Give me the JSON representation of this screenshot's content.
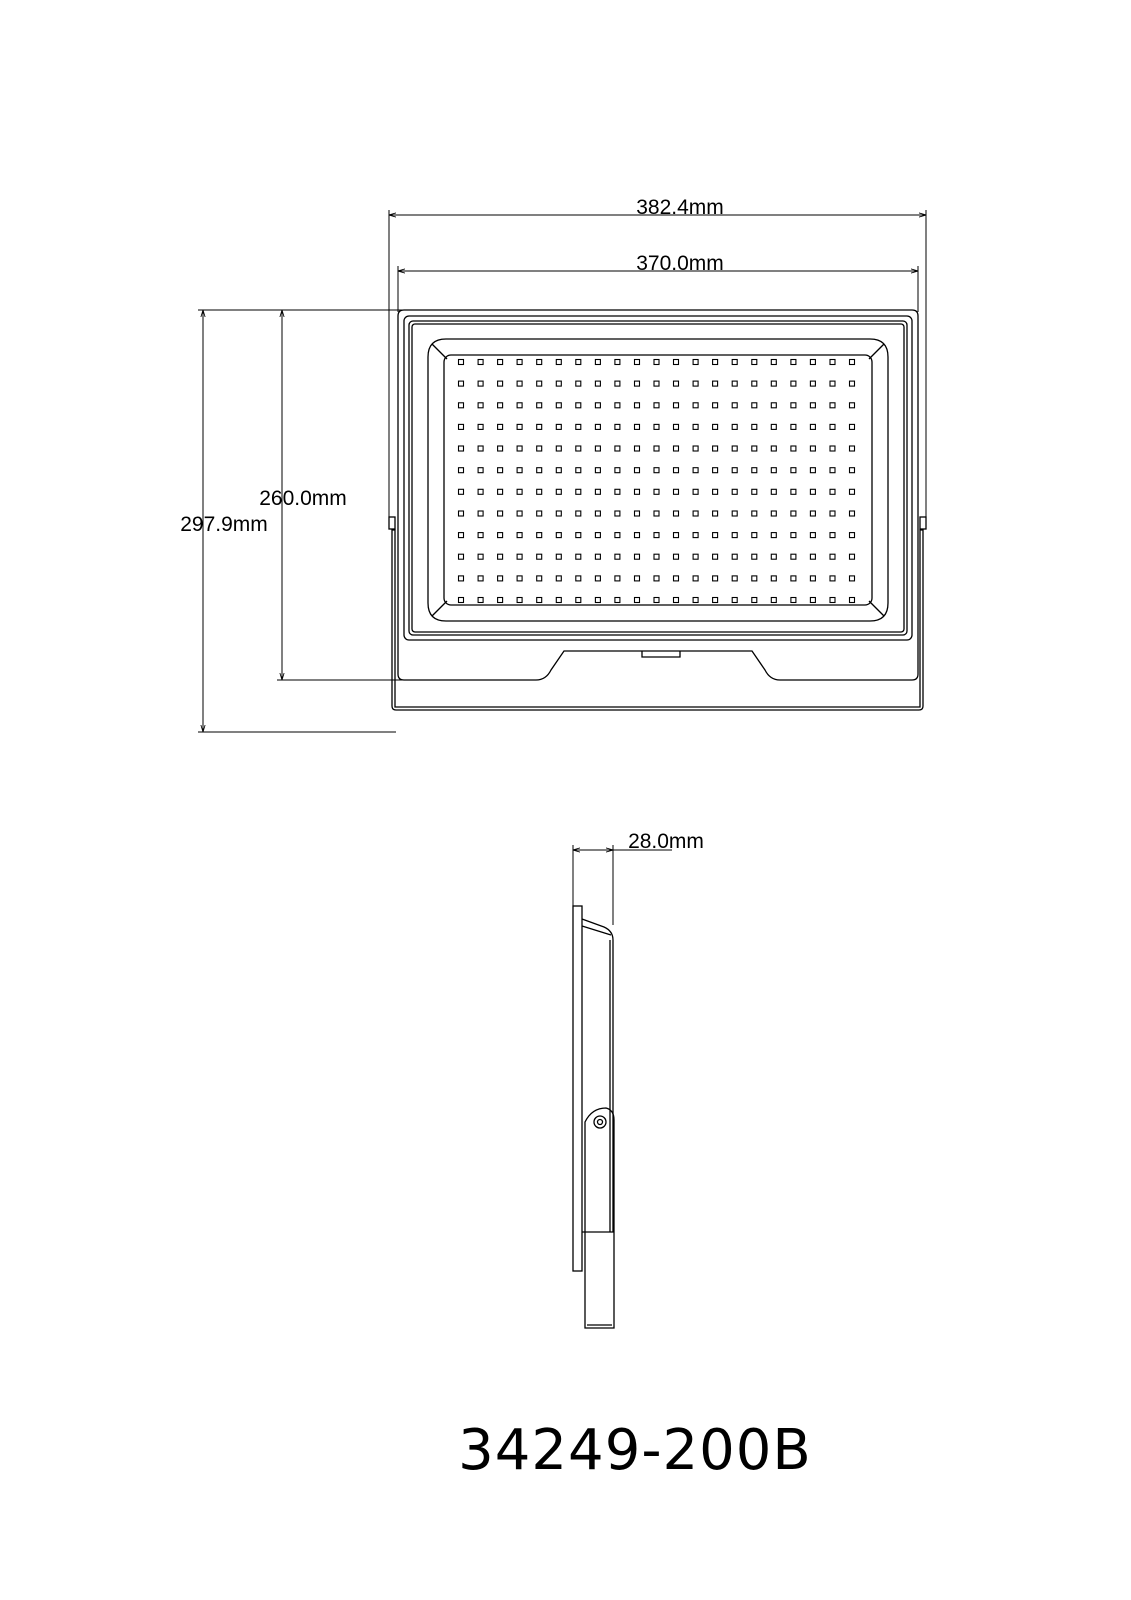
{
  "dimensions": {
    "overall_width": "382.4mm",
    "body_width": "370.0mm",
    "body_height": "260.0mm",
    "overall_height": "297.9mm",
    "depth": "28.0mm"
  },
  "model_number": "34249-200B",
  "led_grid": {
    "rows": 12,
    "cols": 21
  },
  "colors": {
    "line": "#000000",
    "background": "#ffffff"
  }
}
